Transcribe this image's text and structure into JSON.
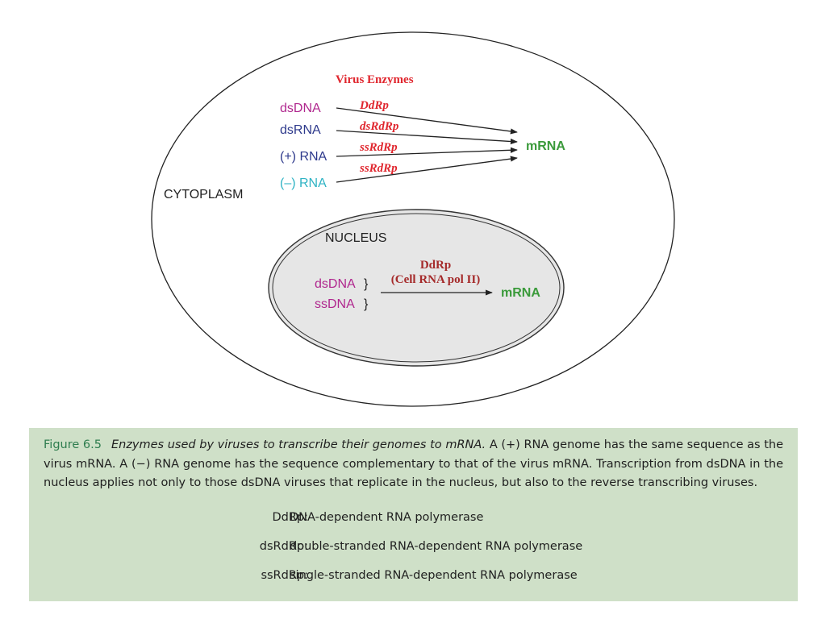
{
  "diagram": {
    "compartments": {
      "cytoplasm": "CYTOPLASM",
      "nucleus": "NUCLEUS"
    },
    "virus_enzymes_heading": "Virus Enzymes",
    "cytoplasm_pathways": [
      {
        "genome": "dsDNA",
        "enzyme": "DdRp",
        "color": "#b0278e"
      },
      {
        "genome": "dsRNA",
        "enzyme": "dsRdRp",
        "color": "#2e3a8c"
      },
      {
        "genome": "(+) RNA",
        "enzyme": "ssRdRp",
        "color": "#2e3a8c"
      },
      {
        "genome": "(–) RNA",
        "enzyme": "ssRdRp",
        "color": "#2fb3c4"
      }
    ],
    "cytoplasm_product": "mRNA",
    "nucleus_pathway": {
      "genomes": [
        {
          "name": "dsDNA",
          "bracket": "}"
        },
        {
          "name": "ssDNA",
          "bracket": "}"
        }
      ],
      "enzyme": "DdRp",
      "enzyme_note": "(Cell RNA pol II)",
      "product": "mRNA"
    },
    "colors": {
      "enzyme_label": "#e0262e",
      "nucleus_enzyme": "#a52a2a",
      "dna_genome": "#b0278e",
      "mrna": "#3a9a3a",
      "arrow": "#222222"
    }
  },
  "caption": {
    "figure_number": "Figure 6.5",
    "title": "Enzymes used by viruses to transcribe their genomes to mRNA.",
    "body": "A (+) RNA genome has the same sequence as the virus mRNA. A (−) RNA genome has the sequence complementary to that of the virus mRNA. Transcription from dsDNA in the nucleus applies not only to those dsDNA viruses that replicate in the nucleus, but also to the reverse transcribing viruses.",
    "glossary": [
      {
        "term": "DdRp:",
        "definition": "DNA-dependent RNA polymerase"
      },
      {
        "term": "dsRdRp:",
        "definition": "double-stranded RNA-dependent RNA polymerase"
      },
      {
        "term": "ssRdRp:",
        "definition": "single-stranded RNA-dependent RNA polymerase"
      }
    ],
    "background_color": "#cfe0c8",
    "figure_number_color": "#2f7d4f"
  }
}
